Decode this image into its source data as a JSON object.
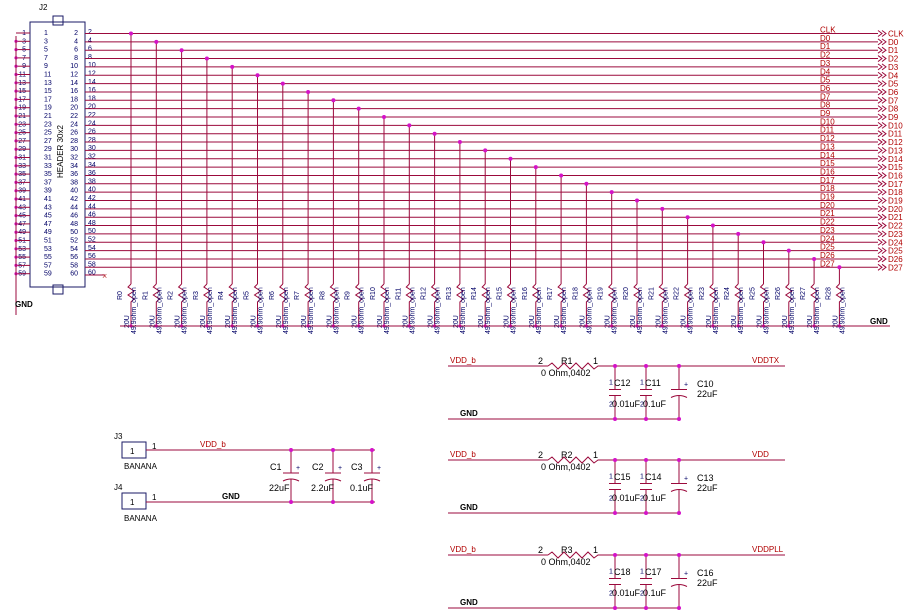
{
  "header": {
    "ref": "J2",
    "name": "HEADER 30x2",
    "gnd_label": "GND",
    "no_connect_pin": "60"
  },
  "bus_nets": [
    "CLK",
    "D0",
    "D1",
    "D2",
    "D3",
    "D4",
    "D5",
    "D6",
    "D7",
    "D8",
    "D9",
    "D10",
    "D11",
    "D12",
    "D13",
    "D14",
    "D15",
    "D16",
    "D17",
    "D18",
    "D19",
    "D20",
    "D21",
    "D22",
    "D23",
    "D24",
    "D25",
    "D26",
    "D27"
  ],
  "bus_resistors": [
    {
      "ref": "R0",
      "value": "20U",
      "desc": "49.9ohm_open"
    },
    {
      "ref": "R1",
      "value": "20U",
      "desc": "49.9ohm_open"
    },
    {
      "ref": "R2",
      "value": "20U",
      "desc": "49.9ohm_open"
    },
    {
      "ref": "R3",
      "value": "20U",
      "desc": "49.9ohm_open"
    },
    {
      "ref": "R4",
      "value": "20U",
      "desc": "49.9ohm_open"
    },
    {
      "ref": "R5",
      "value": "20U",
      "desc": "49.9ohm_open"
    },
    {
      "ref": "R6",
      "value": "20U",
      "desc": "49.9ohm_open"
    },
    {
      "ref": "R7",
      "value": "20U",
      "desc": "49.9ohm_open"
    },
    {
      "ref": "R8",
      "value": "20U",
      "desc": "49.9ohm_open"
    },
    {
      "ref": "R9",
      "value": "20U",
      "desc": "49.9ohm_open"
    },
    {
      "ref": "R10",
      "value": "20U",
      "desc": "49.9ohm_open"
    },
    {
      "ref": "R11",
      "value": "20U",
      "desc": "49.9ohm_open"
    },
    {
      "ref": "R12",
      "value": "20U",
      "desc": "49.9ohm_open"
    },
    {
      "ref": "R13",
      "value": "20U",
      "desc": "49.9ohm_open"
    },
    {
      "ref": "R14",
      "value": "20U",
      "desc": "49.9ohm_open"
    },
    {
      "ref": "R15",
      "value": "20U",
      "desc": "49.9ohm_open"
    },
    {
      "ref": "R16",
      "value": "20U",
      "desc": "49.9ohm_open"
    },
    {
      "ref": "R17",
      "value": "20U",
      "desc": "49.9ohm_open"
    },
    {
      "ref": "R18",
      "value": "20U",
      "desc": "49.9ohm_open"
    },
    {
      "ref": "R19",
      "value": "20U",
      "desc": "49.9ohm_open"
    },
    {
      "ref": "R20",
      "value": "20U",
      "desc": "49.9ohm_open"
    },
    {
      "ref": "R21",
      "value": "20U",
      "desc": "49.9ohm_open"
    },
    {
      "ref": "R22",
      "value": "20U",
      "desc": "49.9ohm_open"
    },
    {
      "ref": "R23",
      "value": "20U",
      "desc": "49.9ohm_open"
    },
    {
      "ref": "R24",
      "value": "20U",
      "desc": "49.9ohm_open"
    },
    {
      "ref": "R25",
      "value": "20U",
      "desc": "49.9ohm_open"
    },
    {
      "ref": "R26",
      "value": "20U",
      "desc": "49.9ohm_open"
    },
    {
      "ref": "R27",
      "value": "20U",
      "desc": "49.9ohm_open"
    },
    {
      "ref": "R28",
      "value": "20U",
      "desc": "49.9ohm_open"
    }
  ],
  "bus_gnd": "GND",
  "banana": {
    "j3": {
      "ref": "J3",
      "type": "BANANA",
      "pin": "1",
      "net": "VDD_b"
    },
    "j4": {
      "ref": "J4",
      "type": "BANANA",
      "pin": "1",
      "net": "GND"
    },
    "caps": [
      {
        "ref": "C1",
        "value": "22uF",
        "plus": "+"
      },
      {
        "ref": "C2",
        "value": "2.2uF",
        "plus": "+"
      },
      {
        "ref": "C3",
        "value": "0.1uF",
        "plus": "+"
      }
    ]
  },
  "supplies": [
    {
      "in": "VDD_b",
      "out": "VDDTX",
      "res": "R1",
      "res_val": "0 Ohm,0402",
      "pin_a": "2",
      "pin_b": "1",
      "gnd": "GND",
      "caps": [
        {
          "ref": "C12",
          "value": "0.01uF"
        },
        {
          "ref": "C11",
          "value": "0.1uF"
        },
        {
          "ref": "C10",
          "value": "22uF"
        }
      ]
    },
    {
      "in": "VDD_b",
      "out": "VDD",
      "res": "R2",
      "res_val": "0 Ohm,0402",
      "pin_a": "2",
      "pin_b": "1",
      "gnd": "GND",
      "caps": [
        {
          "ref": "C15",
          "value": "0.01uF"
        },
        {
          "ref": "C14",
          "value": "0.1uF"
        },
        {
          "ref": "C13",
          "value": "22uF"
        }
      ]
    },
    {
      "in": "VDD_b",
      "out": "VDDPLL",
      "res": "R3",
      "res_val": "0 Ohm,0402",
      "pin_a": "2",
      "pin_b": "1",
      "gnd": "GND",
      "caps": [
        {
          "ref": "C18",
          "value": "0.01uF"
        },
        {
          "ref": "C17",
          "value": "0.1uF"
        },
        {
          "ref": "C16",
          "value": "22uF"
        }
      ]
    }
  ],
  "cap_pins": {
    "top": "1",
    "bottom": "2",
    "plus": "+"
  }
}
